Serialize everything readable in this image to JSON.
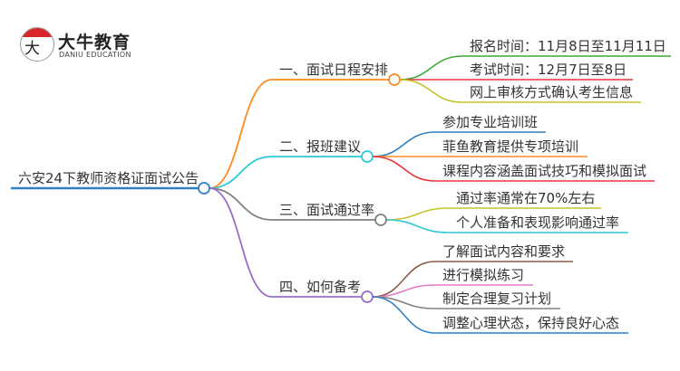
{
  "logo": {
    "cn": "大牛教育",
    "en": "DANIU EDUCATION",
    "mark": "大牛"
  },
  "root": {
    "label": "六安24下教师资格证面试公告",
    "color": "#2f7fc4"
  },
  "branches": [
    {
      "label": "一、面试日程安排",
      "color": "#ff8a1f",
      "children": [
        {
          "label": "报名时间：11月8日至11月11日",
          "color": "#3aaa35"
        },
        {
          "label": "考试时间：12月7日至8日",
          "color": "#e8333a"
        },
        {
          "label": "网上审核方式确认考生信息",
          "color": "#c5c22b"
        }
      ]
    },
    {
      "label": "二、报班建议",
      "color": "#2ec8d8",
      "children": [
        {
          "label": "参加专业培训班",
          "color": "#2f7fc4"
        },
        {
          "label": "菲鱼教育提供专项培训",
          "color": "#ff8a1f"
        },
        {
          "label": "课程内容涵盖面试技巧和模拟面试",
          "color": "#e8333a"
        }
      ]
    },
    {
      "label": "三、面试通过率",
      "color": "#808080",
      "children": [
        {
          "label": "通过率通常在70%左右",
          "color": "#c5c22b"
        },
        {
          "label": "个人准备和表现影响通过率",
          "color": "#2ec8d8"
        }
      ]
    },
    {
      "label": "四、如何备考",
      "color": "#9a6cc8",
      "children": [
        {
          "label": "了解面试内容和要求",
          "color": "#8b5a4a"
        },
        {
          "label": "进行模拟练习",
          "color": "#e878c8"
        },
        {
          "label": "制定合理复习计划",
          "color": "#808080"
        },
        {
          "label": "调整心理状态，保持良好心态",
          "color": "#2f7fc4"
        }
      ]
    }
  ]
}
